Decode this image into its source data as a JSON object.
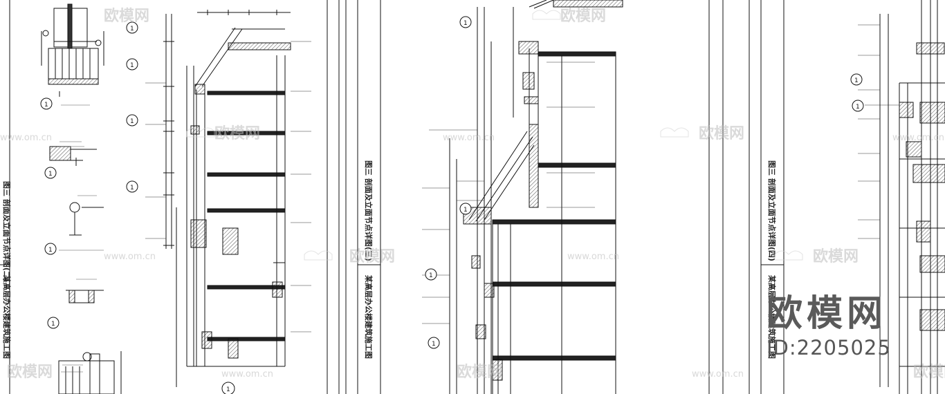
{
  "watermark": {
    "brand_cn": "欧模网",
    "url": "www.om.cn",
    "id_label": "ID:2205025",
    "logo_icon": "om-cow-logo-icon"
  },
  "sheets": [
    {
      "title": "图三 剖面及立面节点详图(二)",
      "subtitle": "某高层办公楼建筑施工图"
    },
    {
      "title": "图三 剖面及立面节点详图(三)",
      "subtitle": "某高层办公楼建筑施工图"
    },
    {
      "title": "图三 剖面及立面节点详图(四)",
      "subtitle": "某高层办公楼建筑施工图"
    }
  ],
  "callout_marker": "1",
  "colors": {
    "line": "#111111",
    "hatch": "#333333",
    "watermark": "#bdbdbd",
    "background": "#ffffff"
  }
}
